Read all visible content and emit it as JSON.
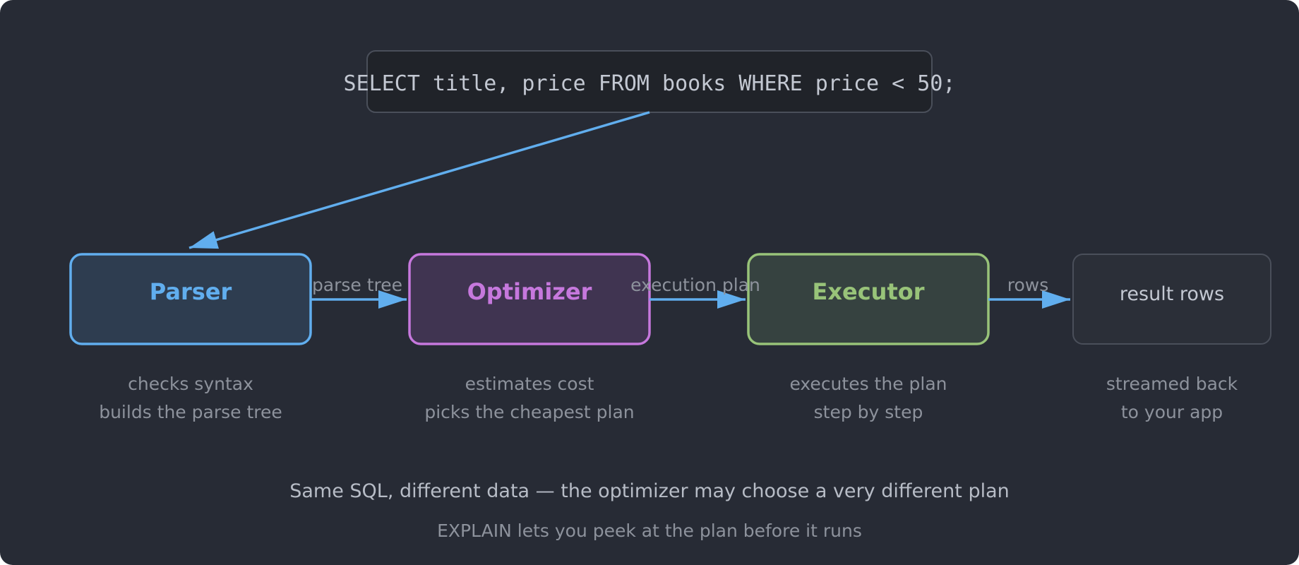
{
  "query": {
    "sql": "SELECT title, price FROM books WHERE price < 50;"
  },
  "colors": {
    "background": "#272b35",
    "query_box_fill": "#202329",
    "query_box_stroke": "#4a4f5a",
    "arrow": "#61aeee",
    "parser_stroke": "#61aeee",
    "parser_fill": "#2e3d50",
    "optimizer_stroke": "#c678dd",
    "optimizer_fill": "#403451",
    "executor_stroke": "#98c379",
    "executor_fill": "#364240",
    "result_stroke": "#4a4f5a",
    "result_fill": "#2b2f38",
    "muted_text": "#8d929c"
  },
  "stages": [
    {
      "title": "Parser",
      "desc": [
        "checks syntax",
        "builds the parse tree"
      ]
    },
    {
      "title": "Optimizer",
      "desc": [
        "estimates cost",
        "picks the cheapest plan"
      ]
    },
    {
      "title": "Executor",
      "desc": [
        "executes the plan",
        "step by step"
      ]
    }
  ],
  "result": {
    "label": "result rows",
    "desc": [
      "streamed back",
      "to your app"
    ]
  },
  "edges": [
    "parse tree",
    "execution plan",
    "rows"
  ],
  "footer": {
    "main": "Same SQL, different data — the optimizer may choose a very different plan",
    "sub": "EXPLAIN lets you peek at the plan before it runs"
  }
}
